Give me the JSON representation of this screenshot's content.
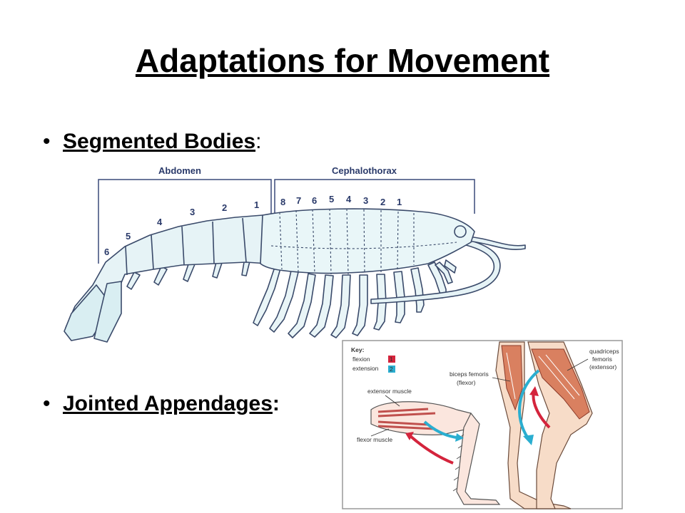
{
  "slide": {
    "title": "Adaptations for Movement",
    "bullets": [
      {
        "term": "Segmented Bodies",
        "suffix": ":"
      },
      {
        "term": "Jointed Appendages",
        "suffix": ":"
      }
    ]
  },
  "shrimp_diagram": {
    "abdomen_label": "Abdomen",
    "cephalothorax_label": "Cephalothorax",
    "abdomen_segments": [
      "1",
      "2",
      "3",
      "4",
      "5",
      "6"
    ],
    "cephalothorax_segments": [
      "8",
      "7",
      "6",
      "5",
      "4",
      "3",
      "2",
      "1"
    ]
  },
  "leg_diagram": {
    "key_title": "Key:",
    "key_flexion": "flexion",
    "key_extension": "extension",
    "key_flexion_num": "1",
    "key_extension_num": "2",
    "extensor_muscle": "extensor muscle",
    "flexor_muscle": "flexor muscle",
    "biceps_femoris": "biceps femoris",
    "biceps_role": "(flexor)",
    "quadriceps_1": "quadriceps",
    "quadriceps_2": "femoris",
    "quadriceps_role": "(extensor)",
    "colors": {
      "flexion": "#d4243c",
      "extension": "#2aaed0"
    }
  }
}
